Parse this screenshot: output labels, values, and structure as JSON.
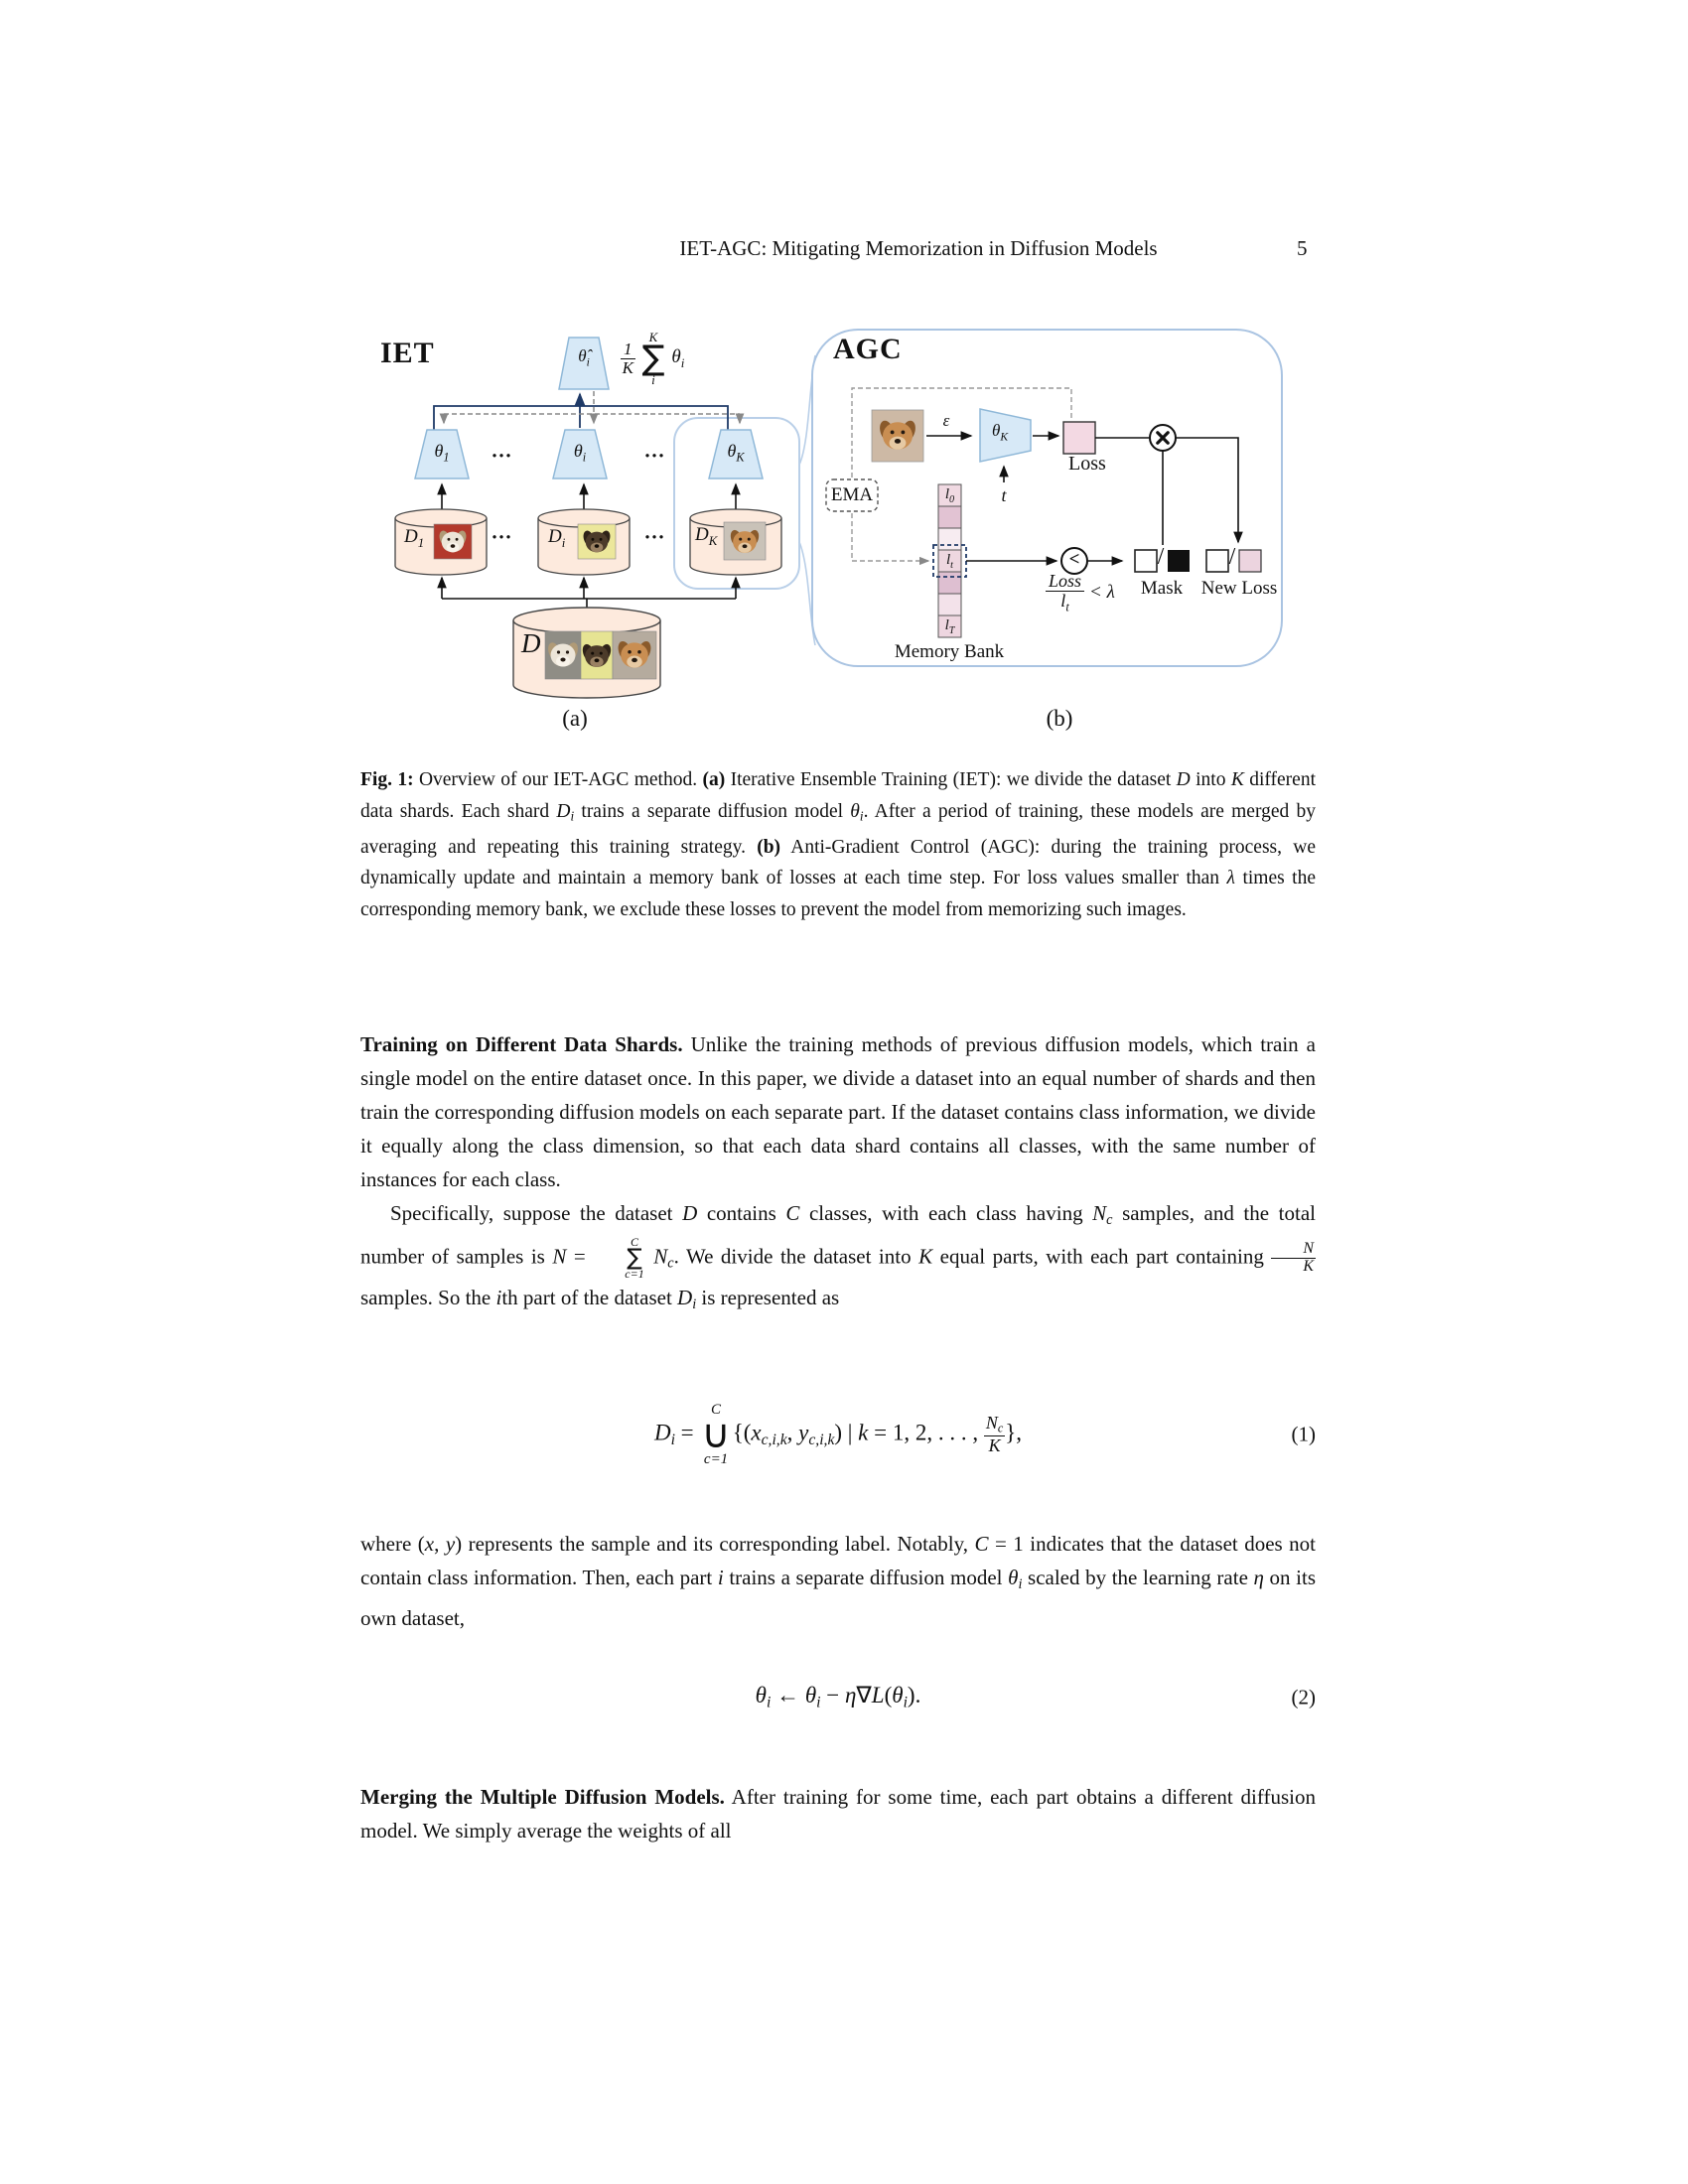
{
  "page": {
    "header_title": "IET-AGC: Mitigating Memorization in Diffusion Models",
    "page_number": "5"
  },
  "colors": {
    "model_fill": "#d7e9f7",
    "model_stroke": "#8fb8d8",
    "data_fill": "#fdeadd",
    "panel_stroke": "#aac4e2",
    "loss_fill": "#f3d9e3",
    "new_loss_fill": "#ecd4df",
    "navy": "#1f3a67"
  },
  "figure": {
    "iet": {
      "title": "IET",
      "avg_theta": {
        "base": "θ̂",
        "sub": "i"
      },
      "formula": {
        "frac_num": "1",
        "frac_den": "K",
        "sum_top": "K",
        "sum_op": "∑",
        "sum_bot": "i",
        "term_base": "θ",
        "term_sub": "i"
      },
      "theta1": {
        "base": "θ",
        "sub": "1"
      },
      "thetai": {
        "base": "θ",
        "sub": "i"
      },
      "thetak": {
        "base": "θ",
        "sub": "K"
      },
      "dots": "···",
      "d1": {
        "base": "D",
        "sub": "1"
      },
      "di": {
        "base": "D",
        "sub": "i"
      },
      "dk": {
        "base": "D",
        "sub": "K"
      },
      "dataset": "D",
      "panel": "(a)"
    },
    "agc": {
      "title": "AGC",
      "ema": "EMA",
      "epsilon": "ε",
      "model": {
        "base": "θ",
        "sub": "K"
      },
      "t_label": "t",
      "loss_label": "Loss",
      "memory_bank": "Memory Bank",
      "l0": {
        "base": "l",
        "sub": "0"
      },
      "lt": {
        "base": "l",
        "sub": "t"
      },
      "lT": {
        "base": "l",
        "sub": "T"
      },
      "cell_colors": [
        "#f0d9e2",
        "#e2c3d3",
        "#f7ecf1",
        "#eed7e0",
        "#debfd1",
        "#f3e2ea",
        "#eed6e0"
      ],
      "cond_num": "Loss",
      "cond_den_base": "l",
      "cond_den_sub": "t",
      "cond_cmp": "< λ",
      "less_glyph": "<",
      "slash": "/",
      "mask": "Mask",
      "new_loss": "New Loss",
      "panel": "(b)"
    }
  },
  "caption": {
    "rich": [
      {
        "t": "Fig. 1:",
        "b": 1
      },
      {
        "t": " Overview of our IET-AGC method. "
      },
      {
        "t": "(a)",
        "b": 1
      },
      {
        "t": " Iterative Ensemble Training (IET): we divide the dataset "
      },
      {
        "t": "D",
        "i": 1
      },
      {
        "t": " into "
      },
      {
        "t": "K",
        "i": 1
      },
      {
        "t": " different data shards. Each shard "
      },
      {
        "t": "D",
        "i": 1
      },
      {
        "t": "i",
        "i": 1,
        "sub": 1
      },
      {
        "t": " trains a separate diffusion model "
      },
      {
        "t": "θ",
        "i": 1
      },
      {
        "t": "i",
        "i": 1,
        "sub": 1
      },
      {
        "t": ". After a period of training, these models are merged by averaging and repeating this training strategy. "
      },
      {
        "t": "(b)",
        "b": 1
      },
      {
        "t": " Anti-Gradient Control (AGC): during the training process, we dynamically update and maintain a memory bank of losses at each time step. For loss values smaller than "
      },
      {
        "t": "λ",
        "i": 1
      },
      {
        "t": " times the corresponding memory bank, we exclude these losses to prevent the model from memorizing such images."
      }
    ]
  },
  "body": {
    "para1": {
      "rich": [
        {
          "t": "Training on Different Data Shards.",
          "b": 1
        },
        {
          "t": " Unlike the training methods of previous diffusion models, which train a single model on the entire dataset once. In this paper, we divide a dataset into an equal number of shards and then train the corresponding diffusion models on each separate part. If the dataset contains class information, we divide it equally along the class dimension, so that each data shard contains all classes, with the same number of instances for each class."
        }
      ]
    },
    "para2": {
      "rich": [
        {
          "t": "Specifically, suppose the dataset "
        },
        {
          "t": "D",
          "i": 1
        },
        {
          "t": " contains "
        },
        {
          "t": "C",
          "i": 1
        },
        {
          "t": " classes, with each class having "
        },
        {
          "t": "N",
          "i": 1
        },
        {
          "t": "c",
          "i": 1,
          "sub": 1
        },
        {
          "t": " samples, and the total number of samples is "
        },
        {
          "t": "N",
          "i": 1
        },
        {
          "t": " = "
        },
        {
          "stack": {
            "top": "C",
            "mid": "∑",
            "bot": "c=1"
          }
        },
        {
          "t": " "
        },
        {
          "t": "N",
          "i": 1
        },
        {
          "t": "c",
          "i": 1,
          "sub": 1
        },
        {
          "t": ". We divide the dataset into "
        },
        {
          "t": "K",
          "i": 1
        },
        {
          "t": " equal parts, with each part containing "
        },
        {
          "frac": {
            "num": [
              {
                "t": "N",
                "i": 1
              }
            ],
            "den": [
              {
                "t": "K",
                "i": 1
              }
            ]
          }
        },
        {
          "t": " samples. So the "
        },
        {
          "t": "i",
          "i": 1
        },
        {
          "t": "th part of the dataset "
        },
        {
          "t": "D",
          "i": 1
        },
        {
          "t": "i",
          "i": 1,
          "sub": 1
        },
        {
          "t": " is represented as"
        }
      ]
    },
    "eq1": {
      "rich": [
        {
          "t": "D",
          "i": 1
        },
        {
          "t": "i",
          "i": 1,
          "sub": 1
        },
        {
          "t": " = "
        },
        {
          "stack": {
            "top": "C",
            "mid": "∪",
            "bot": "c=1"
          }
        },
        {
          "t": "{("
        },
        {
          "t": "x",
          "i": 1
        },
        {
          "t": "c,i,k",
          "i": 1,
          "sub": 1
        },
        {
          "t": ", "
        },
        {
          "t": "y",
          "i": 1
        },
        {
          "t": "c,i,k",
          "i": 1,
          "sub": 1
        },
        {
          "t": ") | "
        },
        {
          "t": "k",
          "i": 1
        },
        {
          "t": " = 1, 2, . . . , "
        },
        {
          "frac": {
            "num": [
              {
                "t": "N",
                "i": 1
              },
              {
                "t": "c",
                "i": 1,
                "sub": 1
              }
            ],
            "den": [
              {
                "t": "K",
                "i": 1
              }
            ]
          }
        },
        {
          "t": "},"
        }
      ],
      "number": "(1)"
    },
    "para3": {
      "rich": [
        {
          "t": "where ("
        },
        {
          "t": "x",
          "i": 1
        },
        {
          "t": ", "
        },
        {
          "t": "y",
          "i": 1
        },
        {
          "t": ") represents the sample and its corresponding label. Notably, "
        },
        {
          "t": "C",
          "i": 1
        },
        {
          "t": " = 1 indicates that the dataset does not contain class information. Then, each part "
        },
        {
          "t": "i",
          "i": 1
        },
        {
          "t": " trains a separate diffusion model "
        },
        {
          "t": "θ",
          "i": 1
        },
        {
          "t": "i",
          "i": 1,
          "sub": 1
        },
        {
          "t": " scaled by the learning rate "
        },
        {
          "t": "η",
          "i": 1
        },
        {
          "t": " on its own dataset,"
        }
      ]
    },
    "eq2": {
      "rich": [
        {
          "t": "θ",
          "i": 1
        },
        {
          "t": "i",
          "i": 1,
          "sub": 1
        },
        {
          "t": " ← "
        },
        {
          "t": "θ",
          "i": 1
        },
        {
          "t": "i",
          "i": 1,
          "sub": 1
        },
        {
          "t": " − "
        },
        {
          "t": "η",
          "i": 1
        },
        {
          "t": "∇"
        },
        {
          "t": "L",
          "i": 1
        },
        {
          "t": "("
        },
        {
          "t": "θ",
          "i": 1
        },
        {
          "t": "i",
          "i": 1,
          "sub": 1
        },
        {
          "t": ")."
        }
      ],
      "number": "(2)"
    },
    "para4": {
      "rich": [
        {
          "t": "Merging the Multiple Diffusion Models.",
          "b": 1
        },
        {
          "t": " After training for some time, each part obtains a different diffusion model. We simply average the weights of all"
        }
      ]
    }
  }
}
